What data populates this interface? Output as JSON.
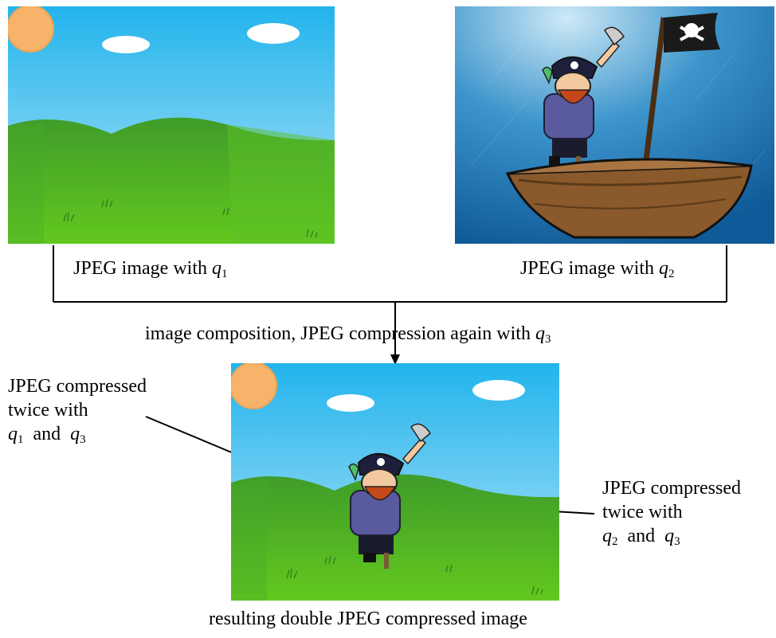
{
  "panels": {
    "first": {
      "caption": "JPEG image with",
      "q": "q",
      "q_index": "1"
    },
    "second": {
      "caption": "JPEG image with",
      "q": "q",
      "q_index": "2"
    }
  },
  "process": {
    "label": "image composition, JPEG compression again with",
    "q": "q",
    "q_index": "3"
  },
  "annotations": {
    "left": {
      "line1": "JPEG compressed",
      "line2": "twice with",
      "qa": "q",
      "qa_index": "1",
      "and": "and",
      "qb": "q",
      "qb_index": "3"
    },
    "right": {
      "line1": "JPEG compressed",
      "line2": "twice with",
      "qa": "q",
      "qa_index": "2",
      "and": "and",
      "qb": "q",
      "qb_index": "3"
    }
  },
  "result": {
    "caption": "resulting double JPEG compressed image"
  },
  "colors": {
    "sky_top": "#22b4ec",
    "sky_bottom": "#a9dff6",
    "grass": "#4fb82a",
    "sun": "#f7b36a",
    "sea": "#1c72b0",
    "boat": "#8a5a2c",
    "flag": "#1a1a1a"
  }
}
